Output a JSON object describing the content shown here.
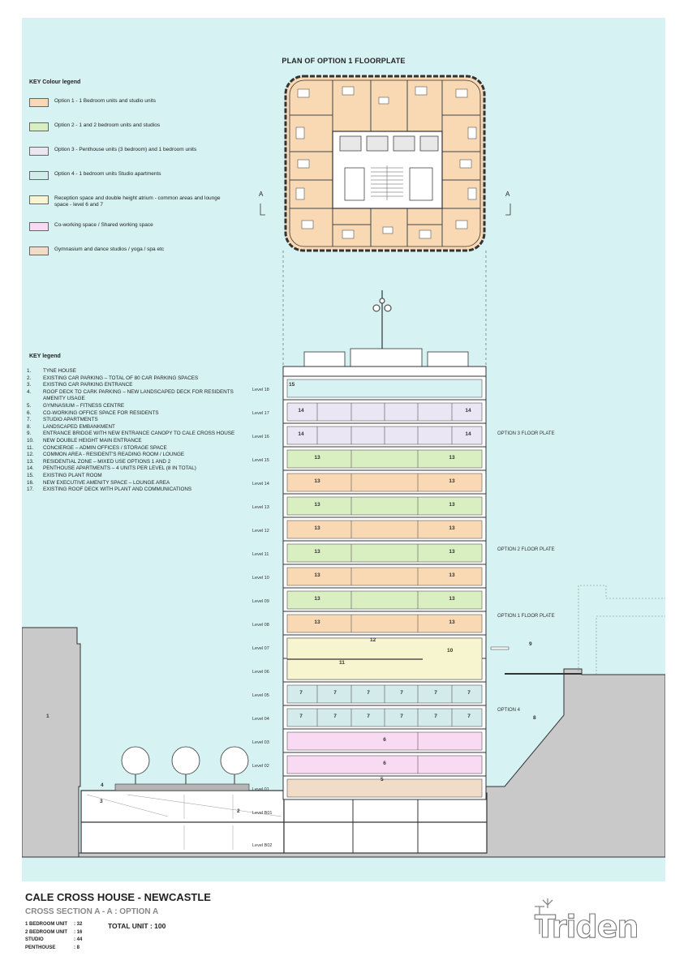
{
  "plan_title": "PLAN OF OPTION 1 FLOORPLATE",
  "colour_legend_title": "KEY Colour legend",
  "colour_legend": [
    {
      "label": "Option 1 - 1 Bedroom units and studio units",
      "color": "#f9d9b3"
    },
    {
      "label": "Option 2 - 1 and 2 bedroom units and studios",
      "color": "#d9efc2"
    },
    {
      "label": "Option 3 - Penthouse units (3 bedroom) and 1 bedroom units",
      "color": "#ebe6f4"
    },
    {
      "label": "Option 4 - 1 bedroom units Studio apartments",
      "color": "#d3ebea"
    },
    {
      "label": "Reception space and double height atrium - common areas and lounge space - level 6 and 7",
      "color": "#f6f5cf"
    },
    {
      "label": "Co-working space / Shared working space",
      "color": "#f9daf3"
    },
    {
      "label": "Gymnasium and dance studios / yoga / spa etc",
      "color": "#f1dcc7"
    }
  ],
  "key_legend_title": "KEY legend",
  "key_legend": [
    {
      "num": "1.",
      "text": "TYNE HOUSE"
    },
    {
      "num": "2.",
      "text": "EXISTING CAR PARKING – TOTAL OF 80 CAR PARKING SPACES"
    },
    {
      "num": "3.",
      "text": "EXISTING CAR PARKING ENTRANCE"
    },
    {
      "num": "4.",
      "text": "ROOF DECK TO CARK PARKING – NEW LANDSCAPED DECK FOR RESIDENTS AMENITY USAGE"
    },
    {
      "num": "5.",
      "text": "GYMNASIUM – FITNESS CENTRE"
    },
    {
      "num": "6.",
      "text": "CO-WORKING OFFICE SPACE FOR RESIDENTS"
    },
    {
      "num": "7.",
      "text": "STUDIO APARTMENTS"
    },
    {
      "num": "8.",
      "text": "LANDSCAPED EMBANKMENT"
    },
    {
      "num": "9.",
      "text": "ENTRANCE BRIDGE WITH NEW ENTRANCE CANOPY TO CALE CROSS HOUSE"
    },
    {
      "num": "10.",
      "text": "NEW DOUBLE HEIGHT MAIN ENTRANCE"
    },
    {
      "num": "11.",
      "text": "CONCIERGE – ADMIN OFFICES / STORAGE SPACE"
    },
    {
      "num": "12.",
      "text": "COMMON AREA - RESIDENT'S READING ROOM / LOUNGE"
    },
    {
      "num": "13.",
      "text": "RESIDENTIAL ZONE – MIXED USE OPTIONS 1 AND 2"
    },
    {
      "num": "14.",
      "text": "PENTHOUSE APARTMENTS – 4 UNITS PER LEVEL (8 IN TOTAL)"
    },
    {
      "num": "15.",
      "text": "EXISTING PLANT ROOM"
    },
    {
      "num": "16.",
      "text": "NEW EXECUTIVE AMENITY SPACE – LOUNGE AREA"
    },
    {
      "num": "17.",
      "text": "EXISTING ROOF DECK WITH PLANT AND COMMUNICATIONS"
    }
  ],
  "section_marker": "A",
  "levels": [
    "Level 18",
    "Level 17",
    "Level 16",
    "Level 15",
    "Level 14",
    "Level 13",
    "Level 12",
    "Level 11",
    "Level 10",
    "Level 09",
    "Level 08",
    "Level 07",
    "Level 06",
    "Level 05",
    "Level 04",
    "Level 03",
    "Level 02",
    "Level 01",
    "Level B01",
    "Level B02"
  ],
  "floor_plates": {
    "option3": "OPTION 3 FLOOR PLATE",
    "option2": "OPTION 2 FLOOR PLATE",
    "option1": "OPTION 1 FLOOR PLATE",
    "option4": "OPTION 4"
  },
  "section_numbers": {
    "n1": "1",
    "n2": "2",
    "n3": "3",
    "n4": "4",
    "n5": "5",
    "n6": "6",
    "n7": "7",
    "n8": "8",
    "n9": "9",
    "n10": "10",
    "n11": "11",
    "n12": "12",
    "n13": "13",
    "n14": "14",
    "n15": "15"
  },
  "footer": {
    "title": "CALE CROSS HOUSE - NEWCASTLE",
    "subtitle": "CROSS SECTION A - A : OPTION A",
    "stats": [
      {
        "label": "1 BEDROOM UNIT",
        "value": ": 32"
      },
      {
        "label": "2 BEDROOM UNIT",
        "value": ": 16"
      },
      {
        "label": "STUDIO",
        "value": ": 44"
      },
      {
        "label": "PENTHOUSE",
        "value": ": 8"
      }
    ],
    "total": "TOTAL UNIT : 100",
    "logo": "Trident"
  },
  "colors": {
    "sheet": "#d6f2f3",
    "ground": "#c9c9c9",
    "opt1": "#f9d9b3",
    "opt2": "#d9efc2",
    "opt3": "#ebe6f4",
    "opt4": "#d3ebea",
    "reception": "#f6f5cf",
    "cowork": "#f9daf3",
    "gym": "#f1dcc7"
  }
}
